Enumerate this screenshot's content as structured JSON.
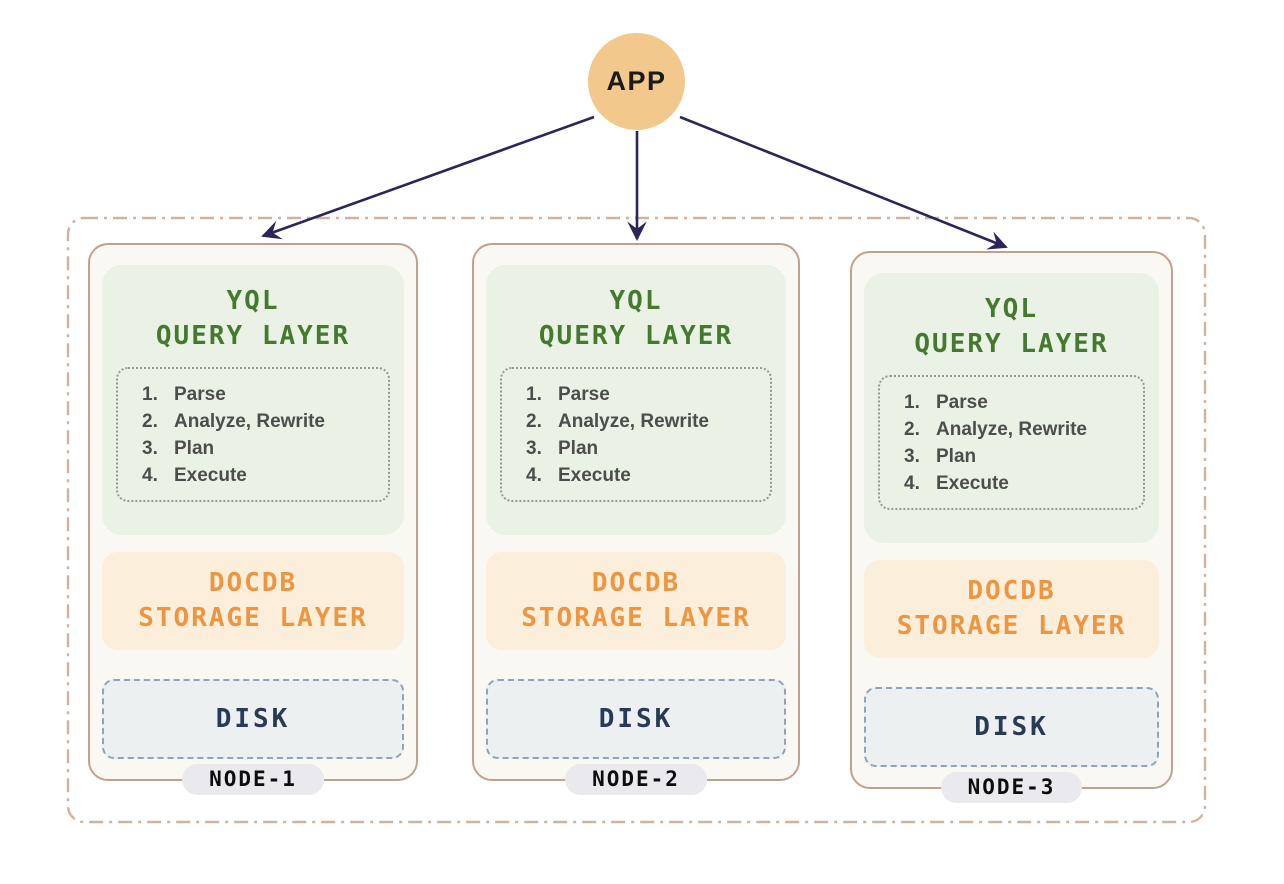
{
  "app_node": {
    "label": "APP"
  },
  "cluster": {
    "nodes": [
      {
        "label": "NODE-1",
        "query_layer": {
          "title_line1": "YQL",
          "title_line2": "QUERY LAYER",
          "steps": [
            {
              "num": "1.",
              "label": "Parse"
            },
            {
              "num": "2.",
              "label": "Analyze, Rewrite"
            },
            {
              "num": "3.",
              "label": "Plan"
            },
            {
              "num": "4.",
              "label": "Execute"
            }
          ]
        },
        "storage_layer": {
          "title_line1": "DOCDB",
          "title_line2": "STORAGE LAYER"
        },
        "disk": {
          "label": "DISK"
        }
      },
      {
        "label": "NODE-2",
        "query_layer": {
          "title_line1": "YQL",
          "title_line2": "QUERY LAYER",
          "steps": [
            {
              "num": "1.",
              "label": "Parse"
            },
            {
              "num": "2.",
              "label": "Analyze, Rewrite"
            },
            {
              "num": "3.",
              "label": "Plan"
            },
            {
              "num": "4.",
              "label": "Execute"
            }
          ]
        },
        "storage_layer": {
          "title_line1": "DOCDB",
          "title_line2": "STORAGE LAYER"
        },
        "disk": {
          "label": "DISK"
        }
      },
      {
        "label": "NODE-3",
        "query_layer": {
          "title_line1": "YQL",
          "title_line2": "QUERY LAYER",
          "steps": [
            {
              "num": "1.",
              "label": "Parse"
            },
            {
              "num": "2.",
              "label": "Analyze, Rewrite"
            },
            {
              "num": "3.",
              "label": "Plan"
            },
            {
              "num": "4.",
              "label": "Execute"
            }
          ]
        },
        "storage_layer": {
          "title_line1": "DOCDB",
          "title_line2": "STORAGE LAYER"
        },
        "disk": {
          "label": "DISK"
        }
      }
    ]
  },
  "colors": {
    "app_circle": "#F3C88D",
    "arrow": "#2B2559",
    "cluster_dashed_border": "#CEB3A1",
    "card_bg": "#FAF8F3",
    "card_border": "#C2A18C",
    "query_layer_bg": "#E9F2E5",
    "query_layer_text": "#45792F",
    "steps_text": "#4D4D4D",
    "steps_dotted_border": "#97978F",
    "storage_layer_bg": "#FBEEDB",
    "storage_layer_text": "#EE9540",
    "disk_bg": "#EDF0F0",
    "disk_border": "#8CA5BB",
    "disk_text": "#293A56",
    "node_pill_bg": "#EAEAEE"
  }
}
